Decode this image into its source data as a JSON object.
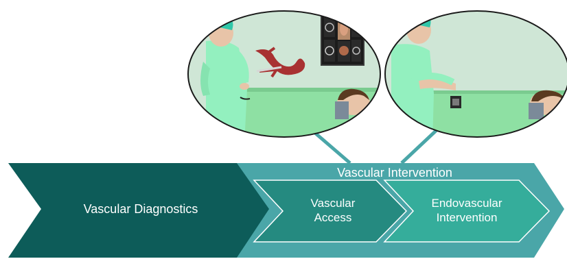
{
  "diagram": {
    "stage_1": {
      "label": "Vascular Diagnostics"
    },
    "stage_2": {
      "label": "Vascular Intervention",
      "substeps": [
        {
          "lines": [
            "Vascular",
            "Access"
          ]
        },
        {
          "lines": [
            "Endovascular",
            "Intervention"
          ]
        }
      ]
    }
  },
  "colors": {
    "diagnostics_arrow": "#0d5c59",
    "intervention_arrow": "#4aa6a8",
    "access_arrow": "#258a80",
    "endovascular_arrow": "#35ad9b",
    "connector": "#4aa6a8",
    "room_wall": "#cfe6d6",
    "bed_sheet": "#8ee0a3",
    "scrubs": "#93f0bf"
  },
  "illustrations": [
    {
      "name": "catheter-lab-scene",
      "depicts": "surgeon beside patient with vessel model and monitors"
    },
    {
      "name": "vascular-access-scene",
      "depicts": "surgeon performing vascular access on patient"
    }
  ]
}
